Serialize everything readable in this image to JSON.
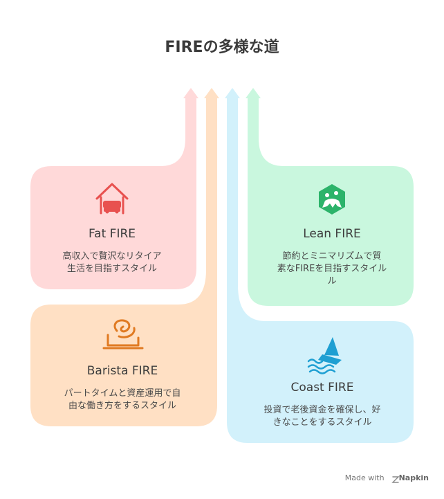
{
  "title": "FIREの多様な道",
  "cards": [
    {
      "title": "Fat FIRE",
      "desc_line1": "高収入で贅沢なリタイア",
      "desc_line2": "生活を目指すスタイル",
      "color": "#ffd9d9",
      "accent": "#e8514f",
      "icon": "house-car-icon"
    },
    {
      "title": "Barista FIRE",
      "desc_line1": "パートタイムと資産運用で自",
      "desc_line2": "由な働き方をするスタイル",
      "color": "#ffe0c4",
      "accent": "#e07a22",
      "icon": "coffee-cup-icon"
    },
    {
      "title": "Lean FIRE",
      "desc_line1": "節約とミニマリズムで質",
      "desc_line2": "素なFIREを目指すスタイル",
      "desc_line3": "ル",
      "color": "#c9f7de",
      "accent": "#2cb36a",
      "icon": "frog-hexagon-icon"
    },
    {
      "title": "Coast FIRE",
      "desc_line1": "投資で老後資金を確保し、好",
      "desc_line2": "きなことをするスタイル",
      "color": "#d2f1fb",
      "accent": "#1e9fd2",
      "icon": "sailboat-icon"
    }
  ],
  "footer": {
    "made_with": "Made with",
    "brand": "Napkin"
  }
}
